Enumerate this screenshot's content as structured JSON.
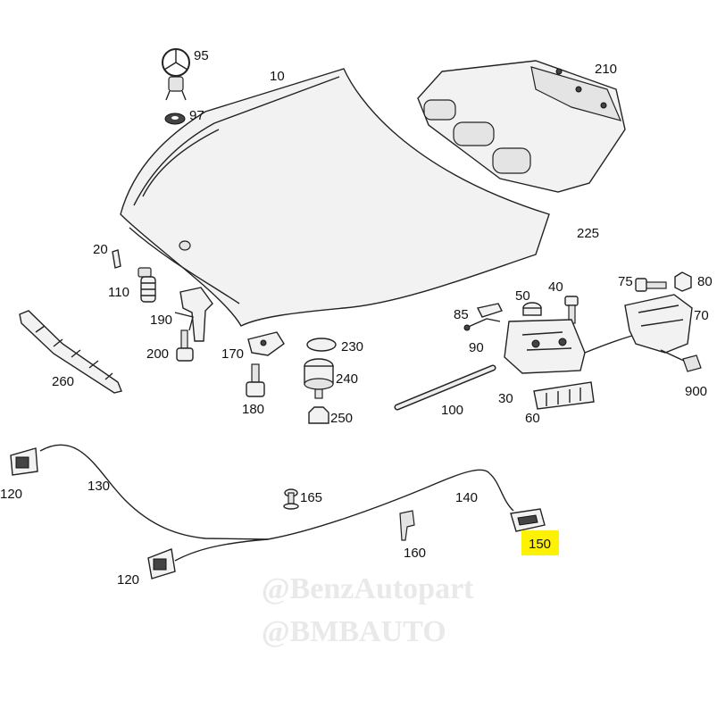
{
  "parts": {
    "p10": "10",
    "p20": "20",
    "p30": "30",
    "p40": "40",
    "p50": "50",
    "p60": "60",
    "p70": "70",
    "p75": "75",
    "p80": "80",
    "p85": "85",
    "p90": "90",
    "p95": "95",
    "p97": "97",
    "p100": "100",
    "p110": "110",
    "p120a": "120",
    "p120b": "120",
    "p130": "130",
    "p140": "140",
    "p150": "150",
    "p160": "160",
    "p165": "165",
    "p170": "170",
    "p180": "180",
    "p190": "190",
    "p200": "200",
    "p210": "210",
    "p225": "225",
    "p230": "230",
    "p240": "240",
    "p250": "250",
    "p260": "260",
    "p900": "900"
  },
  "highlight_color": "#fff200",
  "watermark": {
    "line1": "@BenzAutopart",
    "line2": "@BMBAUTO"
  }
}
